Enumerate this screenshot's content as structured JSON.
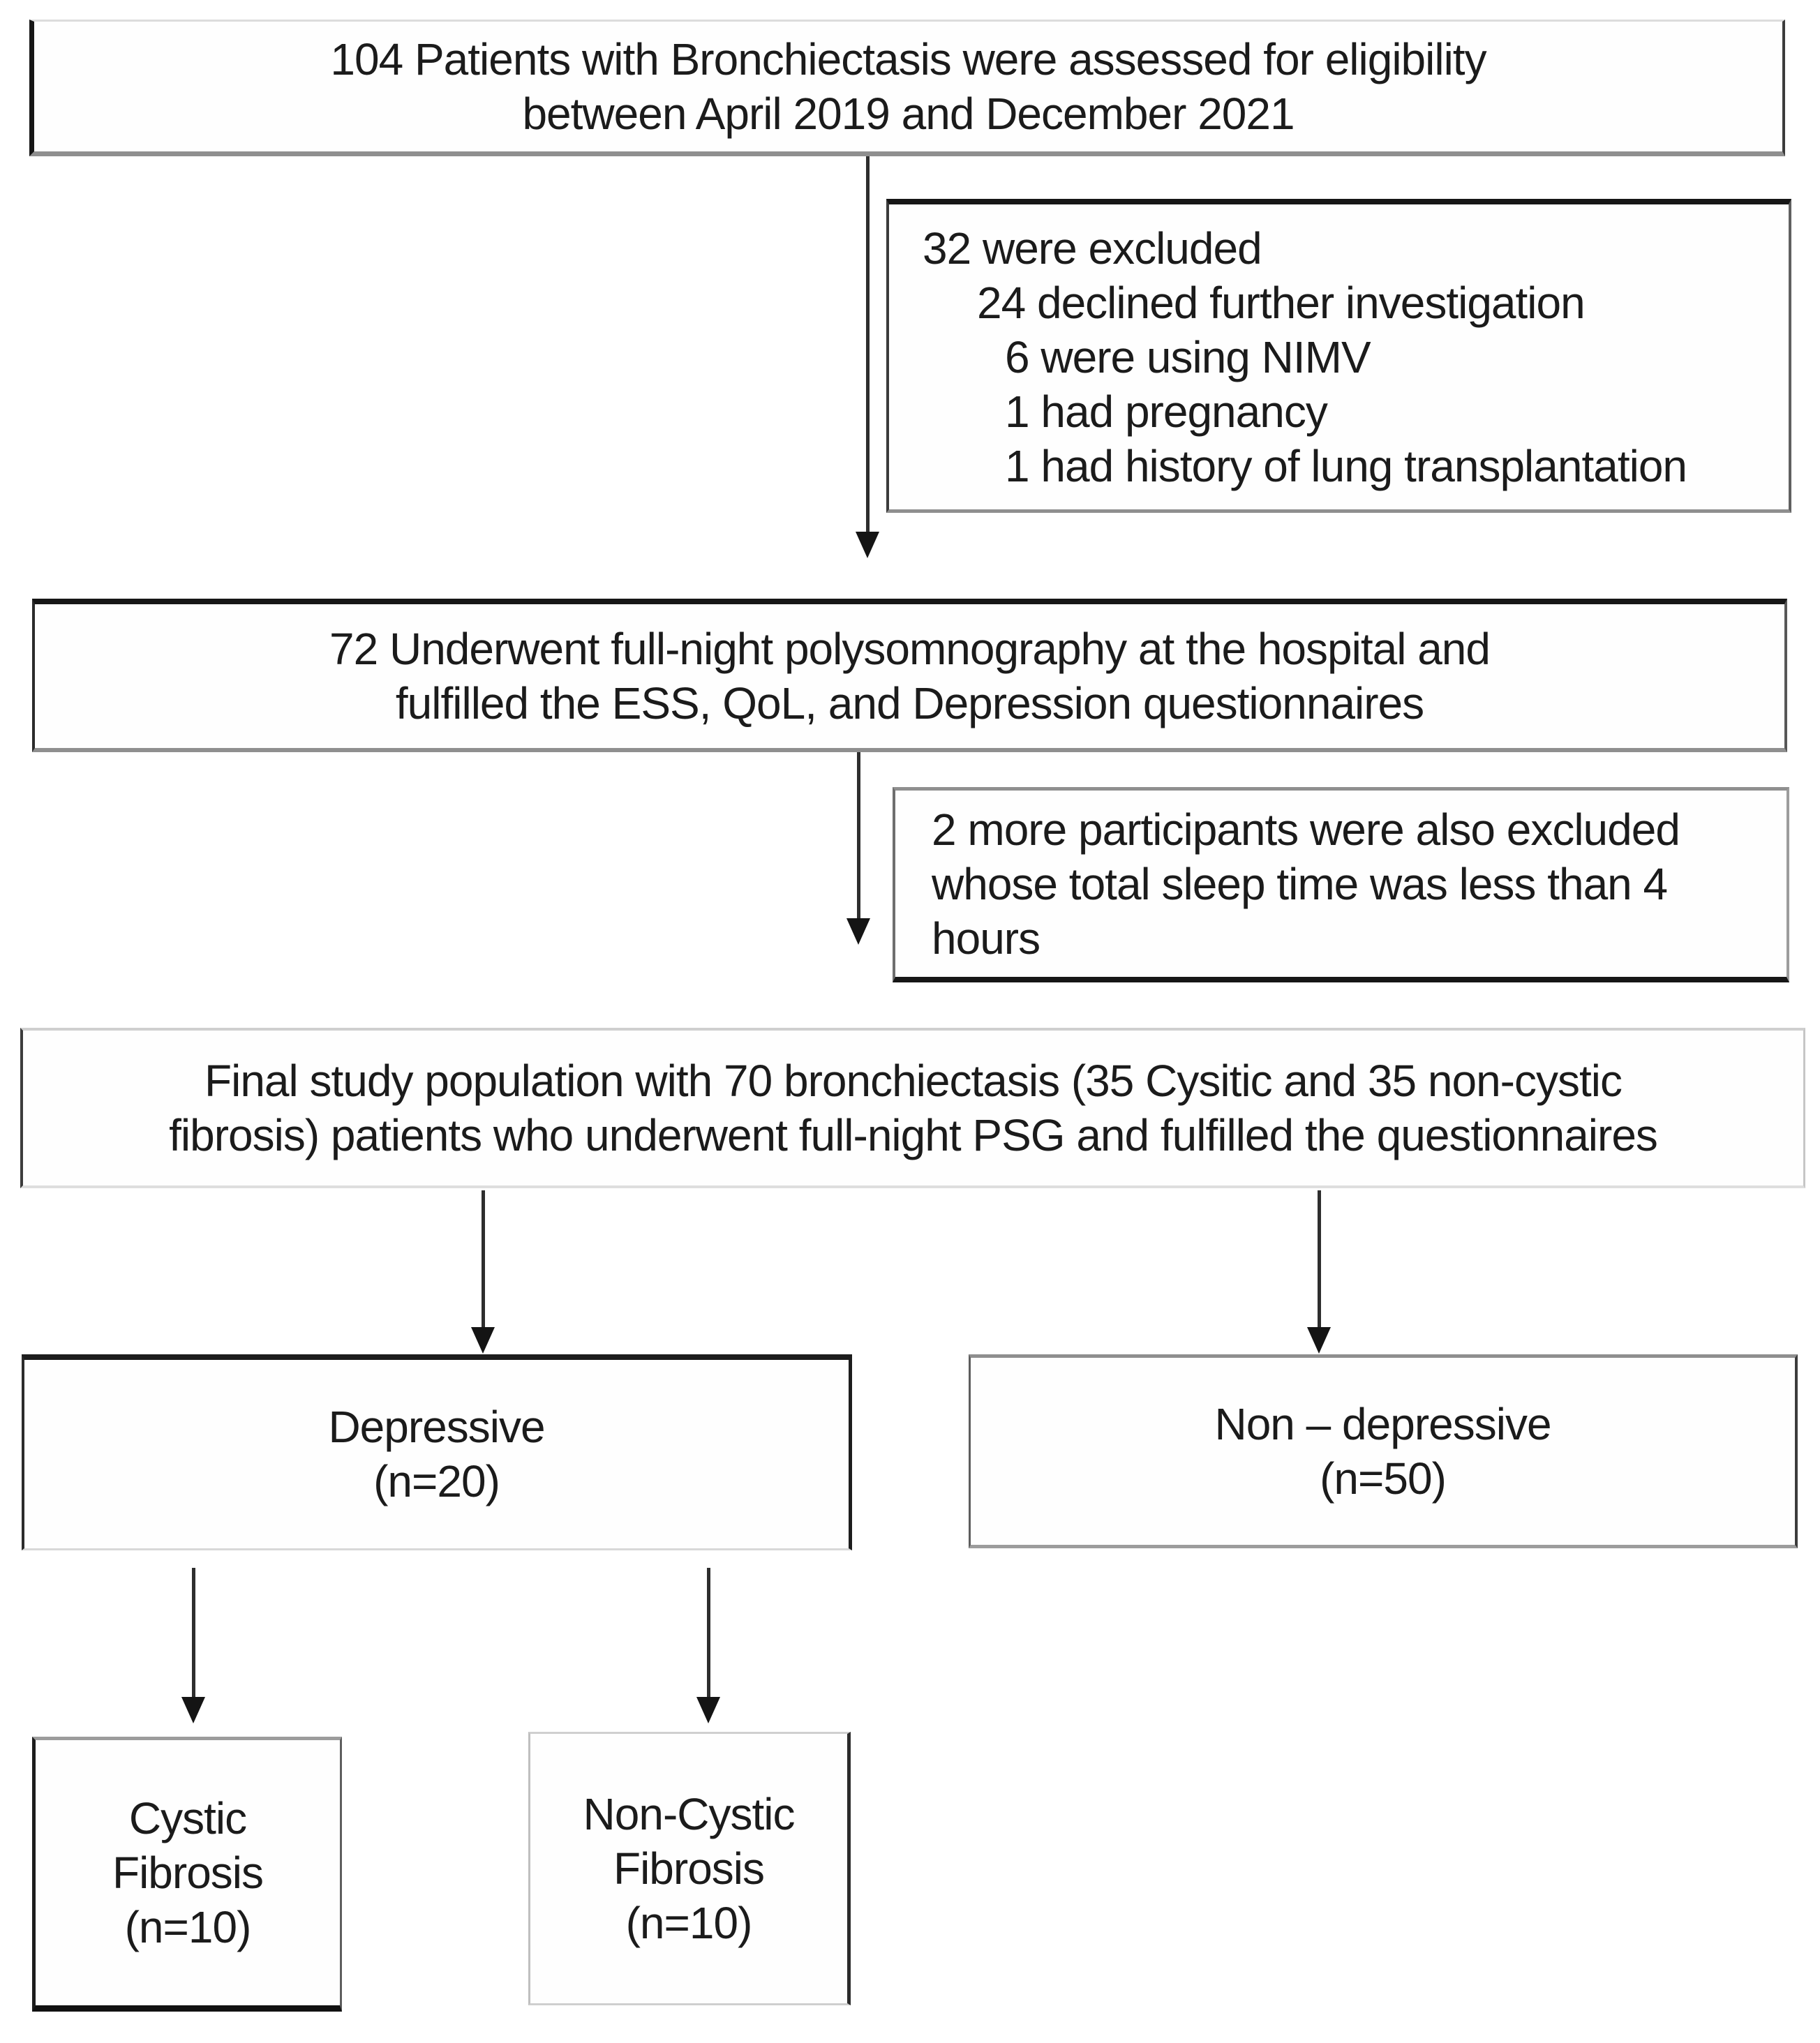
{
  "diagram_type": "patient-flow-consort",
  "colors": {
    "background": "#ffffff",
    "text": "#1b1b1b",
    "border_dark": "#161616",
    "border_gray": "#8f8f8f",
    "arrow": "#141414"
  },
  "boxes": {
    "eligibility": {
      "line1": "104 Patients with Bronchiectasis were assessed for eligibility",
      "line2": "between April 2019 and December 2021"
    },
    "excluded1": {
      "line1": "32 were excluded",
      "line2": "24 declined further investigation",
      "line3": "6 were using NIMV",
      "line4": "1 had pregnancy",
      "line5": "1 had history of lung transplantation"
    },
    "psg": {
      "line1": "72 Underwent full-night polysomnography at the hospital and",
      "line2": "fulfilled the ESS, QoL, and Depression questionnaires"
    },
    "excluded2": {
      "line1": "2 more participants were also excluded",
      "line2": "whose total sleep time was less than 4",
      "line3": "hours"
    },
    "final": {
      "line1": "Final study population with 70 bronchiectasis (35 Cysitic and 35 non-cystic",
      "line2": "fibrosis) patients who underwent full-night PSG and fulfilled the questionnaires"
    },
    "depressive": {
      "line1": "Depressive",
      "line2": "(n=20)"
    },
    "non_depressive": {
      "line1": "Non – depressive",
      "line2": "(n=50)"
    },
    "cystic": {
      "line1": "Cystic",
      "line2": "Fibrosis",
      "line3": "(n=10)"
    },
    "non_cystic": {
      "line1": "Non-Cystic",
      "line2": "Fibrosis",
      "line3": "(n=10)"
    }
  }
}
